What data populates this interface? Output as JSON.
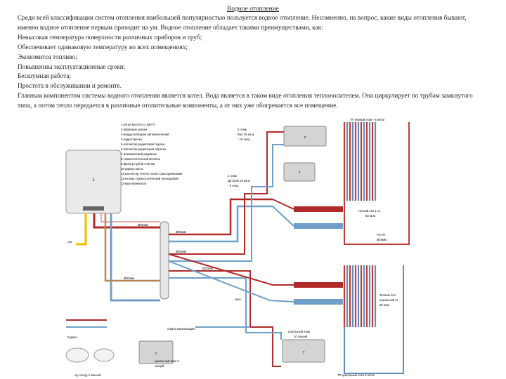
{
  "document": {
    "title": "Водное отопление",
    "paragraphs": [
      "Среди всей классификации систем отопления наибольшей популярностью пользуется водное отопление. Несомненно, на вопрос, какие виды отопления бывают, именно водное отопление первым приходит на ум. Водное отопление обладает такими преимуществами, как:",
      "Невысокая температура поверхности различных приборов и труб;",
      "Обеспечивает одинаковую температуру во всех помещениях;",
      "Экономится топливо;",
      "Повышенны эксплуатационные сроки;",
      "Бесшумная работа;",
      "Простота в обслуживании и ремонте.",
      "Главным компонентом системы водного отопления является котел. Вода является в таком виде отопления теплоносителем. Она циркулирует по трубам замкнутого типа, а потом тепло передается в различные отопительные компоненты, а от них уже обогревается все помещение."
    ]
  },
  "diagram": {
    "legend": [
      "1-котел Baxi Eco 3 280 Fi",
      "2-обратный клапан",
      "3-воздухоотводчик автоматический",
      "4-гидрострелка",
      "5-коллектор радиаторов подача",
      "6-коллектор радиаторов обратка",
      "7-алюминиевый радиатор",
      "8-термостатический вентиль",
      "9-фильтр грубой очистки",
      "10-циркул.насос",
      "11-коллектор теплого пола с расходомерами",
      "12-клапан термостатический трехходовой",
      "13-кран Маевского"
    ],
    "boiler_label": "1",
    "gas_label": "газ",
    "floor2_note": [
      "2 этаж",
      "Вал 25 кв.м",
      "- 10 секц."
    ],
    "floor1_note": [
      "1 этаж",
      "Детская 15 кв.м",
      "- 6 секц."
    ],
    "tp_first_floor": "ТП первый этаж - 6 веток",
    "tp_first_floor_area": [
      "теплый пол 1 эт.",
      "50 кв.м"
    ],
    "tp_pipe_spec": [
      "PE-RT",
      "Ø16мм"
    ],
    "tp_basement_area": [
      "Теплый пол",
      "цокольный эт.",
      "50 кв.м"
    ],
    "tp_basement_floor": "ТП цокольный этаж 6 веток",
    "basement_left": [
      "цокольный этаж 5",
      "секций"
    ],
    "basement_right": [
      "цокольный этаж",
      "10 секций"
    ],
    "sewer_label": "слив в канализацию",
    "cold_water_label": "х/у холод. в ванной",
    "feed_label": "подача",
    "okno_label": "окно",
    "pipe_labels": {
      "p20": "Ø20мм",
      "p25": "Ø25мм",
      "p32": "Ø32мм"
    }
  },
  "colors": {
    "supply": "#b02a2a",
    "return": "#6f9fc8",
    "gas": "#e8c000",
    "floor_supply": "#c23b3b",
    "floor_return": "#5f8fc0",
    "radiator": "#d4d4d4",
    "boiler_body": "#eaeaea"
  }
}
